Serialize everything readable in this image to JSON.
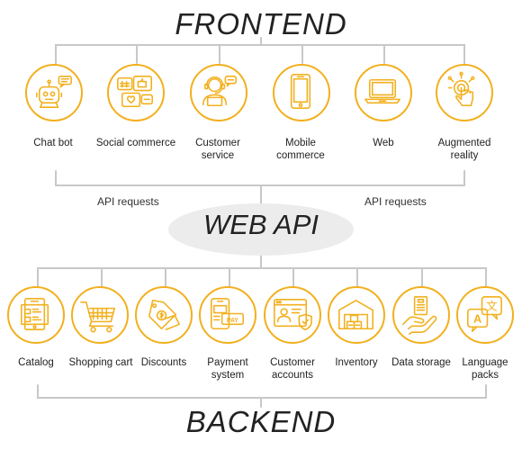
{
  "frontend_title": "FRONTEND",
  "backend_title": "BACKEND",
  "web_api_title": "WEB API",
  "api_label_left": "API requests",
  "api_label_right": "API requests",
  "accent_color": "#f2b01e",
  "line_color": "#c8c8c8",
  "frontend_nodes": [
    {
      "label": "Chat bot",
      "icon": "chatbot-icon"
    },
    {
      "label": "Social commerce",
      "icon": "social-commerce-icon"
    },
    {
      "label": "Customer\nservice",
      "icon": "customer-service-icon"
    },
    {
      "label": "Mobile\ncommerce",
      "icon": "mobile-icon"
    },
    {
      "label": "Web",
      "icon": "laptop-icon"
    },
    {
      "label": "Augmented\nreality",
      "icon": "ar-touch-icon"
    }
  ],
  "backend_nodes": [
    {
      "label": "Catalog",
      "icon": "catalog-icon"
    },
    {
      "label": "Shopping cart",
      "icon": "shopping-cart-icon"
    },
    {
      "label": "Discounts",
      "icon": "discount-tag-icon"
    },
    {
      "label": "Payment\nsystem",
      "icon": "payment-icon"
    },
    {
      "label": "Customer\naccounts",
      "icon": "customer-accounts-icon"
    },
    {
      "label": "Inventory",
      "icon": "warehouse-icon"
    },
    {
      "label": "Data storage",
      "icon": "data-storage-icon"
    },
    {
      "label": "Language\npacks",
      "icon": "language-icon"
    }
  ]
}
